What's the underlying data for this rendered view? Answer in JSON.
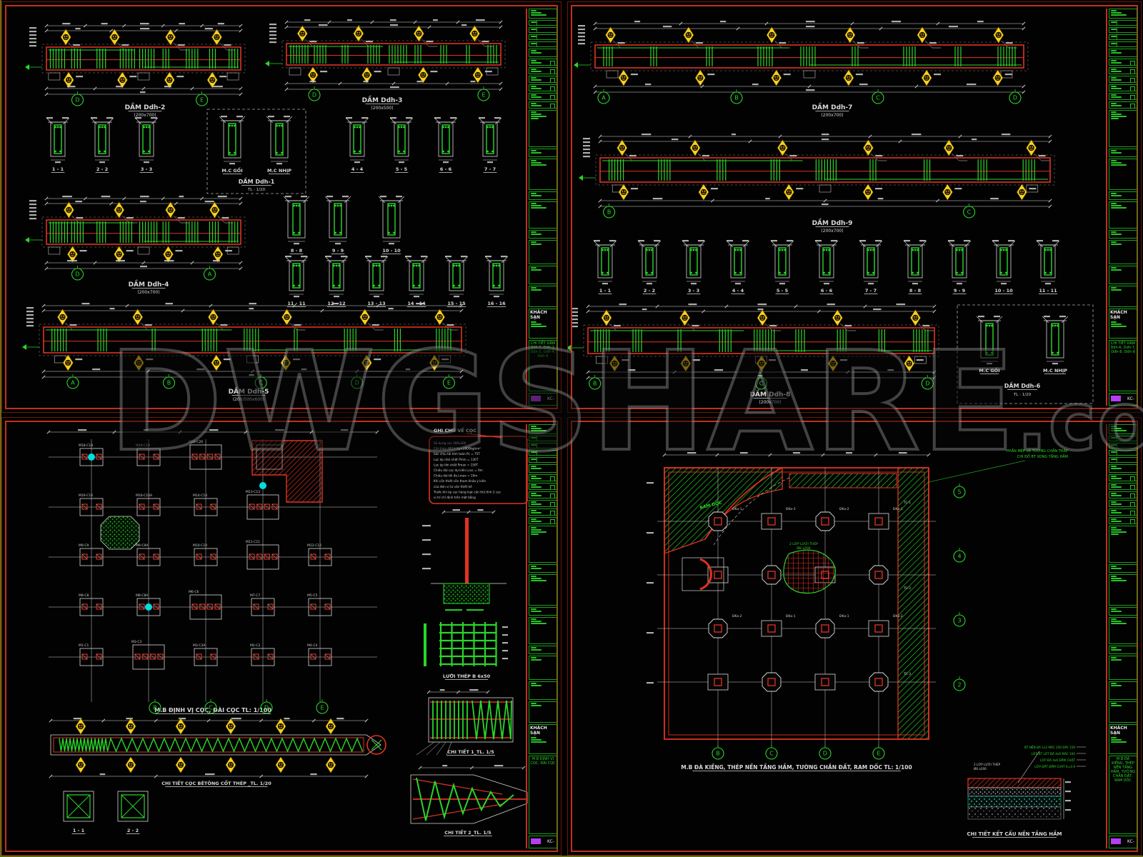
{
  "watermark": {
    "text": "DWGSHARE",
    "suffix": ".com"
  },
  "title_block": {
    "project": "KHÁCH SẠN",
    "code": "KC-"
  },
  "colors": {
    "line_green": "#2ad62a",
    "dim_white": "#d8d8d8",
    "beam_red": "#e03222",
    "marker_yellow": "#ffd21f",
    "cyan": "#00dede",
    "magenta": "#b63df0",
    "border_red": "#c32f1e",
    "border_dark_red": "#6d1710",
    "hatch_green": "#1fae1f"
  },
  "sheets": {
    "top_left": {
      "drawing_title": "CHI TIẾT DẦM Ddh-1, Ddh-2, Ddh-3, Ddh-4, Ddh-5",
      "beams": [
        {
          "name": "DẦM Ddh-2",
          "size": "(200x700)"
        },
        {
          "name": "DẦM Ddh-3",
          "size": "(200x500)"
        },
        {
          "name": "DẦM Ddh-4",
          "size": "(200x700)"
        },
        {
          "name": "DẦM Ddh-5",
          "size": "(200/500x600)"
        }
      ],
      "boxed": {
        "name": "DẦM Ddh-1",
        "scale": "TL : 1/20",
        "left": "M.C GỐI",
        "right": "M.C NHỊP"
      },
      "sections_row1": [
        "1 - 1",
        "2 - 2",
        "3 - 3"
      ],
      "sections_row2": [
        "4 - 4",
        "5 - 5",
        "6 - 6",
        "7 - 7"
      ],
      "sections_row3": [
        "8 - 8",
        "9 - 9",
        "10 - 10"
      ],
      "sections_row4": [
        "11 - 11",
        "12 - 12",
        "13 - 13",
        "14 - 14",
        "15 - 15",
        "16 - 16"
      ],
      "bubbles_b1": [
        "D",
        "E"
      ],
      "bubbles_b2": [
        "D",
        "E"
      ],
      "bubbles_b3": [
        "D",
        "A"
      ],
      "bubbles_b4": [
        "A",
        "B",
        "C",
        "D",
        "E"
      ]
    },
    "top_right": {
      "drawing_title": "CHI TIẾT DẦM Ddh-6, Ddh-7, Ddh-8, Ddh-9",
      "beams": [
        {
          "name": "DẦM Ddh-7",
          "size": "(200x700)"
        },
        {
          "name": "DẦM Ddh-9",
          "size": "(200x700)"
        },
        {
          "name": "DẦM Ddh-8",
          "size": "(200x700)"
        }
      ],
      "boxed": {
        "name": "DẦM Ddh-6",
        "scale": "TL : 1/20",
        "left": "M.C GỐI",
        "right": "M.C NHỊP"
      },
      "sections": [
        "1 - 1",
        "2 - 2",
        "3 - 3",
        "4 - 4",
        "5 - 5",
        "6 - 6",
        "7 - 7",
        "8 - 8",
        "9 - 9",
        "10 - 10",
        "11 - 11"
      ],
      "bubbles_b7": [
        "A",
        "B",
        "C",
        "D"
      ],
      "bubbles_b9": [
        "B",
        "C"
      ],
      "bubbles_b8": [
        "B",
        "C",
        "D"
      ]
    },
    "bottom_left": {
      "drawing_title": "M.B ĐỊNH VỊ CỌC, ĐÀI CỌC",
      "plan_title": "M.B ĐỊNH VỊ CỌC, ĐÀI CỌC  TL: 1/100",
      "pile_detail_title": "CHI TIẾT CỌC BÊTÔNG CỐT THÉP _TL. 1/20",
      "mesh_title": "LƯỚI THÉP B 6x50",
      "detail1_title": "CHI TIẾT 1_TL. 1/5",
      "detail2_title": "CHI TIẾT 2_TL. 1/5",
      "notes_title": "GHI CHÚ VỀ CỌC",
      "notes": [
        "Sử dụng cọc 300x300",
        "Cốt thép 4Ø16  Ra=2800kg/cm²",
        "Sức chịu tải tính toán Pc = 75T",
        "Lực ép nhỏ nhất  Pmin = 130T",
        "Lực ép lớn nhất  Pmax = 150T",
        "Chiều dài cọc dự kiến  Lcoc = 9m",
        "Chiều dài tối đa  Lmax = 10m",
        "Khi cần thiết cần tham khảo ý kiến",
        "của đơn vị tư vấn thiết kế",
        "Trước khi ép cọc hàng loạt cần thử tĩnh 2 cọc",
        "vị trí chỉ định trên mặt bằng"
      ],
      "sections": [
        "1 - 1",
        "2 - 2"
      ],
      "grid_letters": [
        "B",
        "C",
        "D",
        "E"
      ],
      "cap_labels": [
        "M18-C18",
        "M19-C19",
        "M20-C20",
        "M16-C16",
        "M16-C16A",
        "M14-C14",
        "M13-C13",
        "M9-C9",
        "M9-C9A",
        "M10-C10",
        "M11-C11",
        "M12-C12",
        "M8-C8",
        "M8-C8A",
        "M6-C6",
        "M7-C7",
        "M5-C5",
        "M1-C1",
        "M3-C3",
        "M3-C3A",
        "M2-C2",
        "M4-C4"
      ]
    },
    "bottom_right": {
      "drawing_title": "M.B ĐÀ KIỀNG, THÉP NỀN TẦNG HẦM, TƯỜNG CHẮN ĐẤT, RAM DỐC",
      "plan_title": "M.B ĐÀ KIỀNG, THÉP NỀN TẦNG HẦM, TƯỜNG CHẮN ĐẤT, RAM DỐC  TL: 1/100",
      "detail_title": "CHI TIẾT KẾT CẤU NỀN TẦNG HẦM",
      "corner_note": [
        "PHẦN MÉP VÀ TƯỜNG CHẮN THẤP",
        "CHỈ ĐỔ BT XONG TẦNG HẦM"
      ],
      "ramp_label": "RAM DỐC",
      "beam_labels": [
        "ĐKa-1",
        "ĐKa-2",
        "ĐKa-3",
        "ĐKa-1",
        "ĐKa-2",
        "ĐKa-1"
      ],
      "wall_labels": [
        "TC-1",
        "TC-2",
        "TC-3"
      ],
      "mesh_label": [
        "2 LỚP LƯỚI THÉP",
        "Ø8 a200"
      ],
      "layer_notes": [
        "BT NỀN ĐÁ 1x2 MÁC 250 DÀY 150",
        "LỚP BT LÓT ĐÁ 4x6 MÁC 100",
        "LỚP ĐÁ 4x6 ĐẦM CHẶT",
        "LỚP ĐẤT ĐẦM CHẶT K=0.9"
      ],
      "right_numbers": [
        "5",
        "4",
        "3",
        "2"
      ],
      "bottom_letters": [
        "B",
        "C",
        "D",
        "E"
      ]
    }
  }
}
